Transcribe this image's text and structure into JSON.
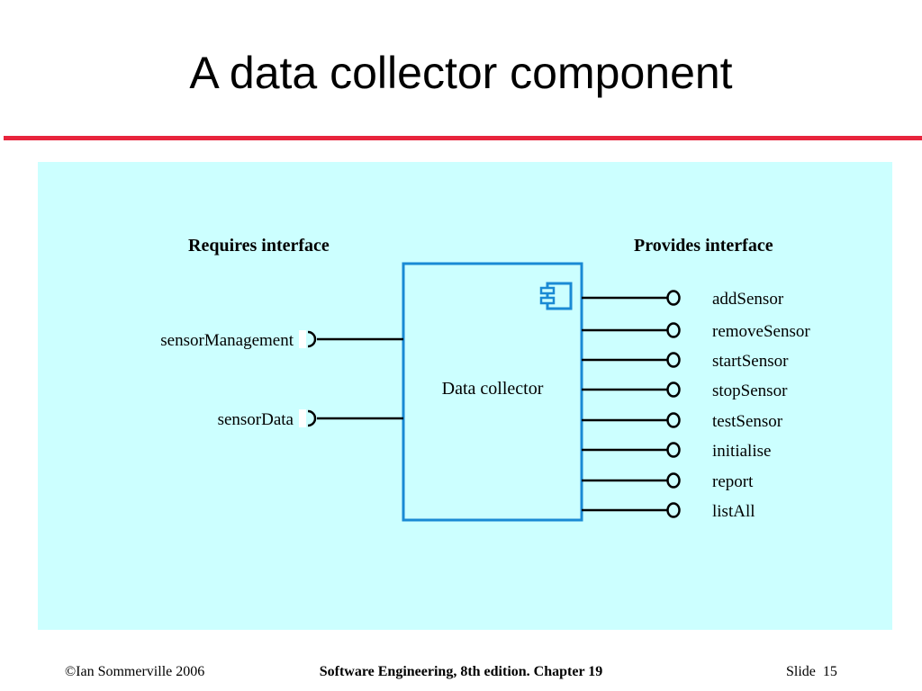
{
  "slide": {
    "title": "A data collector component"
  },
  "diagram": {
    "requires_label": "Requires interface",
    "provides_label": "Provides interface",
    "component_name": "Data collector",
    "component_icon": "uml-component-icon",
    "required_interfaces": [
      "sensorManagement",
      "sensorData"
    ],
    "provided_interfaces": [
      "addSensor",
      "removeSensor",
      "startSensor",
      "stopSensor",
      "testSensor",
      "initialise",
      "report",
      "listAll"
    ]
  },
  "footer": {
    "left": "©Ian Sommerville 2006",
    "center": "Software Engineering, 8th edition. Chapter 19",
    "slide_label": "Slide",
    "slide_number": "15"
  },
  "colors": {
    "accent_rule": "#e8243c",
    "panel_background": "#ccffff",
    "component_border": "#1a8ad4"
  }
}
